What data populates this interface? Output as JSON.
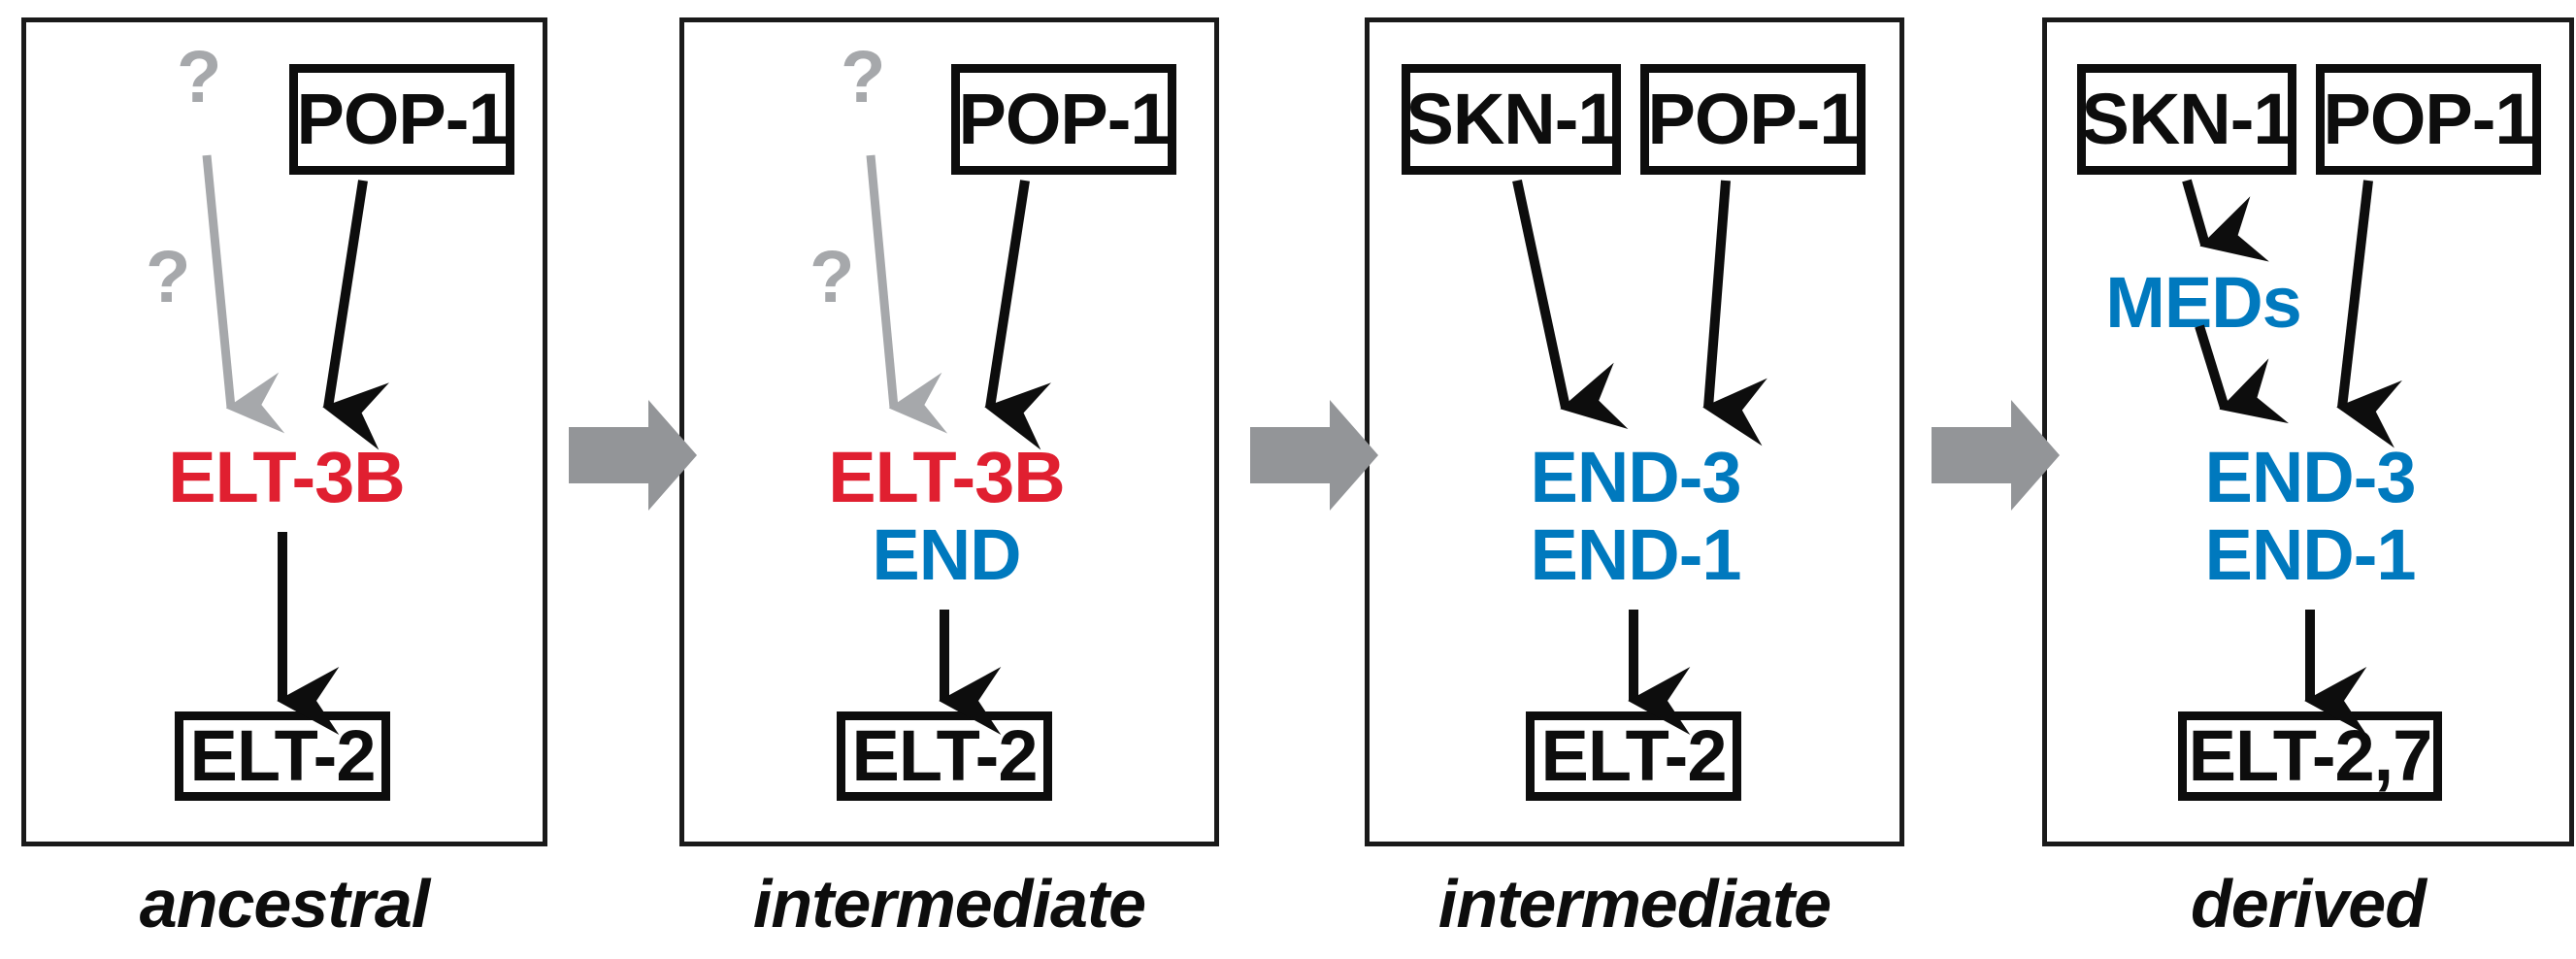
{
  "figure": {
    "kind": "pathway-evolution-diagram",
    "background": "#ffffff",
    "colors": {
      "black": "#0d0d0d",
      "red": "#E01F30",
      "blue": "#0079BE",
      "grey_question": "#a6a8ab",
      "grey_transition_arrow": "#939598"
    }
  },
  "panels": [
    {
      "caption": "ancestral",
      "question_marks": [
        "?",
        "?"
      ],
      "boxed_nodes": [
        {
          "label": "POP-1"
        },
        {
          "label": "ELT-2"
        }
      ],
      "text_nodes": [
        {
          "lines": [
            "ELT-3B"
          ],
          "color": "red"
        }
      ]
    },
    {
      "caption": "intermediate",
      "question_marks": [
        "?",
        "?"
      ],
      "boxed_nodes": [
        {
          "label": "POP-1"
        },
        {
          "label": "ELT-2"
        }
      ],
      "text_nodes": [
        {
          "lines": [
            "ELT-3B"
          ],
          "color": "red"
        },
        {
          "lines": [
            "END"
          ],
          "color": "blue"
        }
      ]
    },
    {
      "caption": "intermediate",
      "question_marks": [],
      "boxed_nodes": [
        {
          "label": "SKN-1"
        },
        {
          "label": "POP-1"
        },
        {
          "label": "ELT-2"
        }
      ],
      "text_nodes": [
        {
          "lines": [
            "END-3",
            "END-1"
          ],
          "color": "blue"
        }
      ]
    },
    {
      "caption": "derived",
      "question_marks": [],
      "boxed_nodes": [
        {
          "label": "SKN-1"
        },
        {
          "label": "POP-1"
        },
        {
          "label": "ELT-2,7"
        }
      ],
      "text_nodes": [
        {
          "lines": [
            "MEDs"
          ],
          "color": "blue"
        },
        {
          "lines": [
            "END-3",
            "END-1"
          ],
          "color": "blue"
        }
      ]
    }
  ],
  "labels": {
    "p1_pop1": "POP-1",
    "p1_elt3b": "ELT-3B",
    "p1_elt2": "ELT-2",
    "p1_q_top": "?",
    "p1_q_mid": "?",
    "p2_pop1": "POP-1",
    "p2_elt3b": "ELT-3B",
    "p2_end": "END",
    "p2_elt2": "ELT-2",
    "p2_q_top": "?",
    "p2_q_mid": "?",
    "p3_skn1": "SKN-1",
    "p3_pop1": "POP-1",
    "p3_end3": "END-3",
    "p3_end1": "END-1",
    "p3_elt2": "ELT-2",
    "p4_skn1": "SKN-1",
    "p4_pop1": "POP-1",
    "p4_meds": "MEDs",
    "p4_end3": "END-3",
    "p4_end1": "END-1",
    "p4_elt27": "ELT-2,7",
    "caption1": "ancestral",
    "caption2": "intermediate",
    "caption3": "intermediate",
    "caption4": "derived"
  },
  "transition_arrows": [
    {
      "between": "panel1-panel2",
      "direction": "right"
    },
    {
      "between": "panel2-panel3",
      "direction": "right"
    },
    {
      "between": "panel3-panel4",
      "direction": "right"
    }
  ]
}
